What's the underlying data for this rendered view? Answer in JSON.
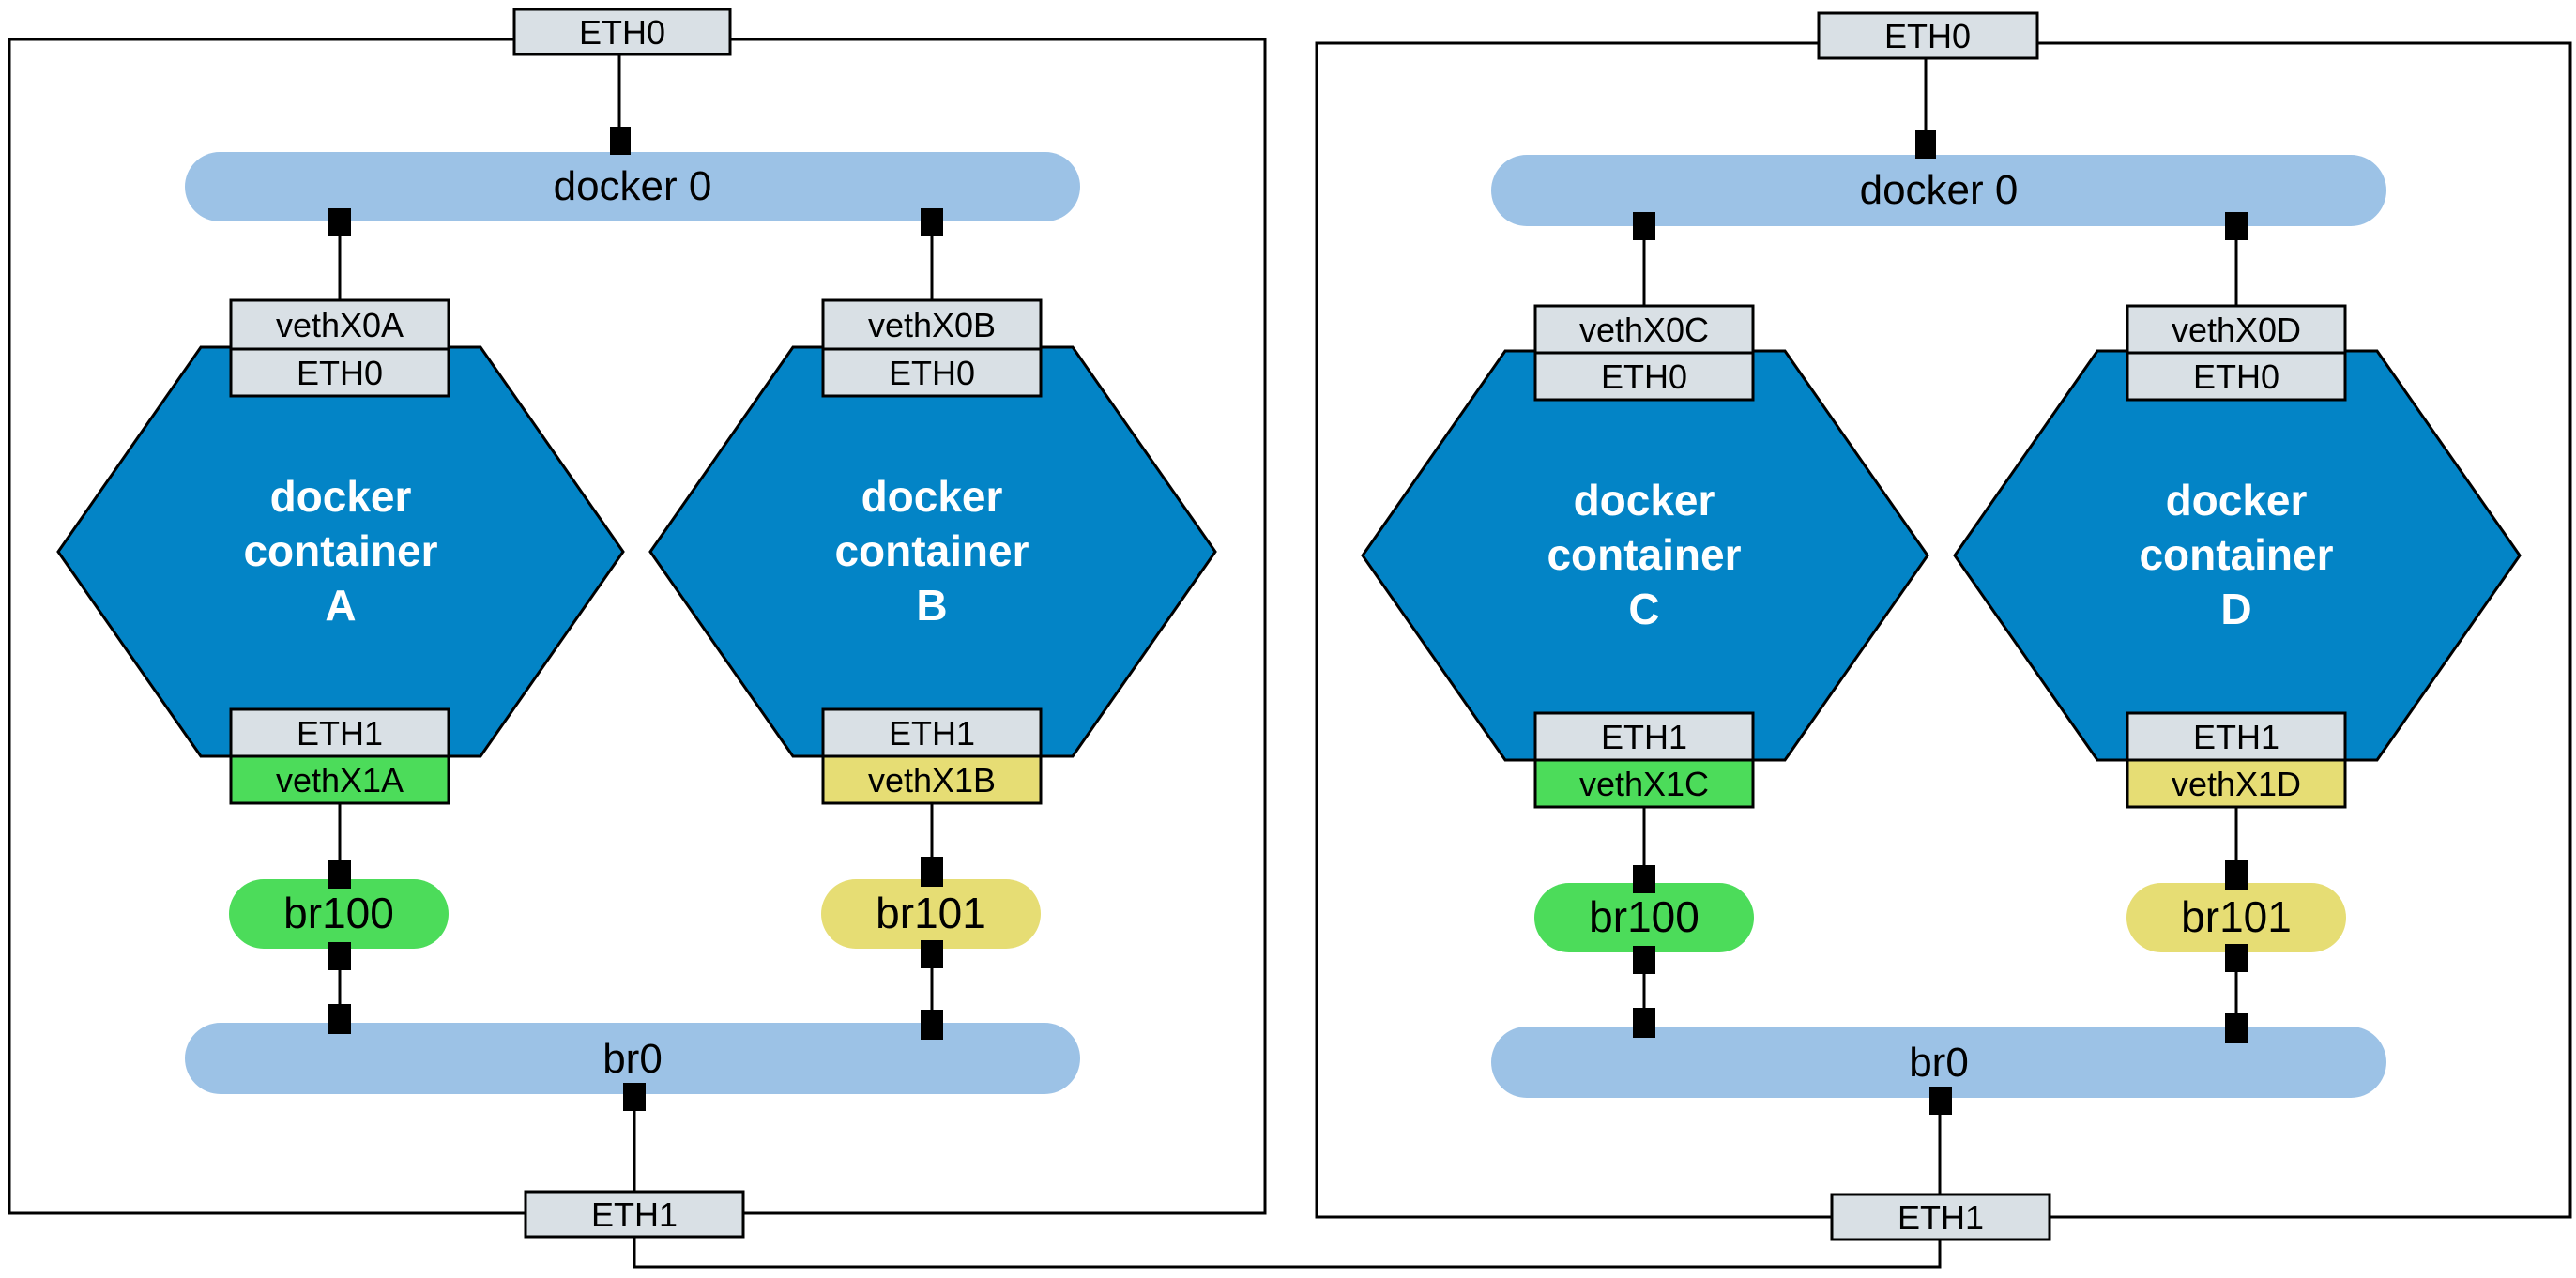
{
  "colors": {
    "container": "#0384c6",
    "bus": "#9cc2e6",
    "port": "#d9e0e5",
    "green": "#4cdc5a",
    "yellow": "#e6dd74"
  },
  "hosts": [
    {
      "eth0": "ETH0",
      "eth1": "ETH1",
      "docker_bridge": "docker 0",
      "br0": "br0",
      "containers": [
        {
          "title_line1": "docker",
          "title_line2": "container",
          "letter": "A",
          "veth_top": "vethX0A",
          "eth0": "ETH0",
          "eth1": "ETH1",
          "veth_bottom": "vethX1A",
          "vlan_bridge": "br100",
          "color": "#4cdc5a"
        },
        {
          "title_line1": "docker",
          "title_line2": "container",
          "letter": "B",
          "veth_top": "vethX0B",
          "eth0": "ETH0",
          "eth1": "ETH1",
          "veth_bottom": "vethX1B",
          "vlan_bridge": "br101",
          "color": "#e6dd74"
        }
      ]
    },
    {
      "eth0": "ETH0",
      "eth1": "ETH1",
      "docker_bridge": "docker 0",
      "br0": "br0",
      "containers": [
        {
          "title_line1": "docker",
          "title_line2": "container",
          "letter": "C",
          "veth_top": "vethX0C",
          "eth0": "ETH0",
          "eth1": "ETH1",
          "veth_bottom": "vethX1C",
          "vlan_bridge": "br100",
          "color": "#4cdc5a"
        },
        {
          "title_line1": "docker",
          "title_line2": "container",
          "letter": "D",
          "veth_top": "vethX0D",
          "eth0": "ETH0",
          "eth1": "ETH1",
          "veth_bottom": "vethX1D",
          "vlan_bridge": "br101",
          "color": "#e6dd74"
        }
      ]
    }
  ]
}
